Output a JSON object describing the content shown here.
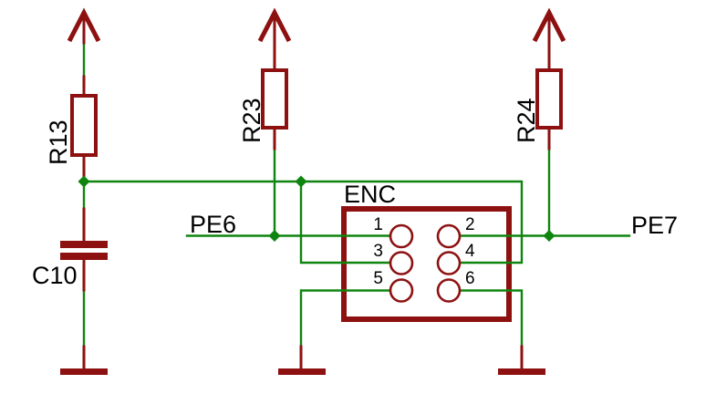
{
  "diagram": {
    "components": {
      "r13": {
        "label": "R13",
        "type": "resistor"
      },
      "r23": {
        "label": "R23",
        "type": "resistor"
      },
      "r24": {
        "label": "R24",
        "type": "resistor"
      },
      "c10": {
        "label": "C10",
        "type": "capacitor"
      },
      "enc": {
        "label": "ENC",
        "type": "connector",
        "pins": [
          "1",
          "2",
          "3",
          "4",
          "5",
          "6"
        ]
      }
    },
    "nets": {
      "pe6": {
        "label": "PE6"
      },
      "pe7": {
        "label": "PE7"
      }
    },
    "colors": {
      "wire": "#0f850f",
      "component": "#8e1111",
      "text": "#000000",
      "background": "#ffffff"
    }
  }
}
